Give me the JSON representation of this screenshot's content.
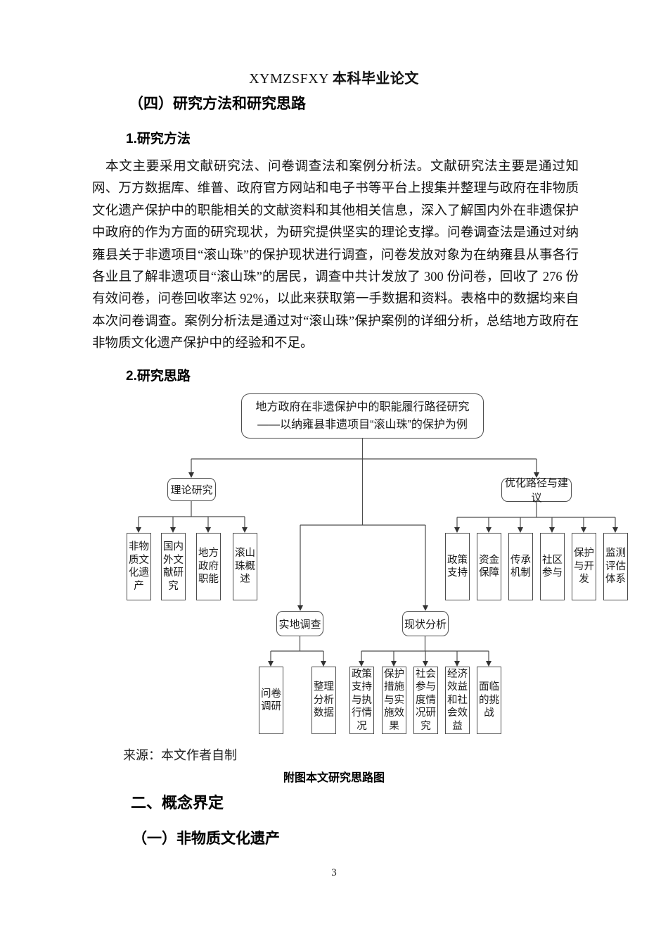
{
  "header": {
    "latin": "XYMZSFXY",
    "cjk": "本科毕业论文"
  },
  "sections": {
    "heading_methods": "（四）研究方法和研究思路",
    "sub_method": "1.研究方法",
    "paragraph": "本文主要采用文献研究法、问卷调查法和案例分析法。文献研究法主要是通过知网、万方数据库、维普、政府官方网站和电子书等平台上搜集并整理与政府在非物质文化遗产保护中的职能相关的文献资料和其他相关信息，深入了解国内外在非遗保护中政府的作为方面的研究现状，为研究提供坚实的理论支撑。问卷调查法是通过对纳雍县关于非遗项目“滚山珠”的保护现状进行调查，问卷发放对象为在纳雍县从事各行各业且了解非遗项目“滚山珠”的居民，调查中共计发放了 300 份问卷，回收了 276 份有效问卷，问卷回收率达 92%，以此来获取第一手数据和资料。表格中的数据均来自本次问卷调查。案例分析法是通过对“滚山珠”保护案例的详细分析，总结地方政府在非物质文化遗产保护中的经验和不足。",
    "sub_route": "2.研究思路",
    "source_note": "来源：本文作者自制",
    "figure_caption": "附图本文研究思路图",
    "heading_concepts": "二、概念界定",
    "heading_ich": "（一）非物质文化遗产"
  },
  "page_number": "3",
  "flowchart": {
    "root_line1": "地方政府在非遗保护中的职能履行路径研究",
    "root_line2": "——以纳雍县非遗项目“滚山珠”的保护为例",
    "theory": "理论研究",
    "optimize": "优化路径与建议",
    "survey": "实地调查",
    "status": "现状分析",
    "theory_children": [
      "非物质文化遗产",
      "国内外文献研究",
      "地方政府职能",
      "滚山珠概述"
    ],
    "optimize_children": [
      "政策支持",
      "资金保障",
      "传承机制",
      "社区参与",
      "保护与开发",
      "监测评估体系"
    ],
    "survey_children": [
      "问卷调研",
      "整理分析数据"
    ],
    "status_children": [
      "政策支持与执行情况",
      "保护措施与实施效果",
      "社会参与度情况研究",
      "经济效益和社会效益",
      "面临的挑战"
    ]
  }
}
